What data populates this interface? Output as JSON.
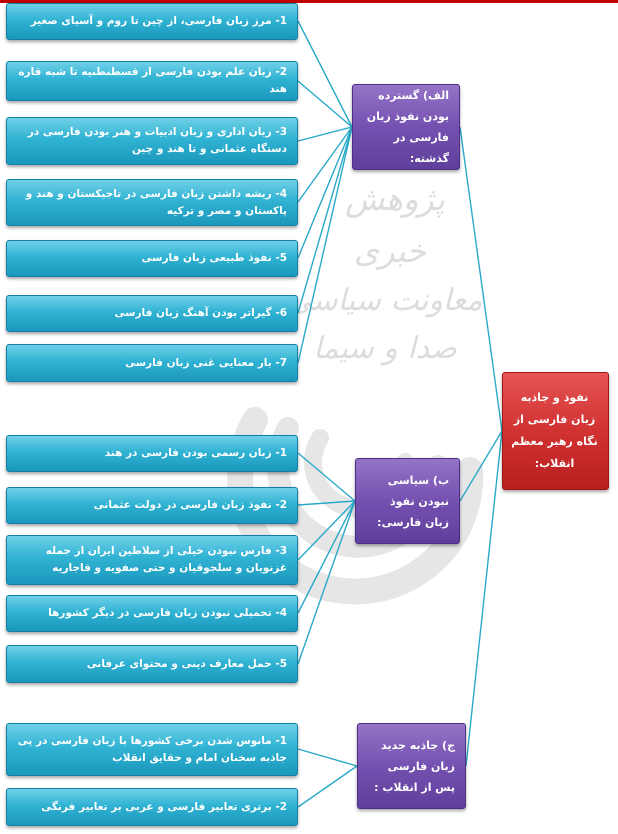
{
  "root": {
    "label": "نفوذ و جاذبه زبان فارسی از نگاه رهبر معظم انقلاب:",
    "color": "#d13232"
  },
  "branches": [
    {
      "title": "الف) گسترده بودن نفوذ زبان فارسی در گذشته:",
      "items": [
        "1- مرز زبان فارسی، از چین تا روم و آسیای صغیر",
        "2- زبان علم بودن فارسی از قسطنطنیه تا شبه قاره هند",
        "3- زبان اداری و زبان ادبیات و هنر بودن فارسی در دستگاه عثمانی و تا هند و چین",
        "4- ریشه داشتن زبان فارسی در تاجیکستان و هند و پاکستان و مصر و ترکیه",
        "5- نفوذ طبیعی زبان فارسی",
        "6- گیراتر بودن آهنگ زبان فارسی",
        "7- بار معنایی غنی زبان فارسی"
      ]
    },
    {
      "title": "ب) سیاسی نبودن نفوذ زبان فارسی:",
      "items": [
        "1- زبان رسمی بودن فارسی در هند",
        "2- نفوذ زبان فارسی در دولت عثمانی",
        "3- فارس نبودن خیلی از سلاطین ایران از جمله غزنویان و سلجوقیان و حتی صفویه و قاجاریه",
        "4- تحمیلی نبودن زبان فارسی در دیگر کشورها",
        "5- حمل معارف دینی و محتوای عرفانی"
      ]
    },
    {
      "title": "ج) جاذبه جدید زبان فارسی پس از انقلاب :",
      "items": [
        "1- مانوس شدن برخی کشورها با زبان فارسی در پی جاذبه سخنان امام و حقایق انقلاب",
        "2- برتری تعابیر فارسی و عربی بر تعابیر فرنگی"
      ]
    }
  ],
  "watermark": {
    "lines": [
      "پژوهش",
      "خبری",
      "معاونت سیاسی",
      "صدا و سیما"
    ],
    "color": "#d9d9d9"
  },
  "colors": {
    "item": "#31b3d3",
    "branch": "#7451b0",
    "connector": "#2aa9c9",
    "topline": "#c00000"
  }
}
